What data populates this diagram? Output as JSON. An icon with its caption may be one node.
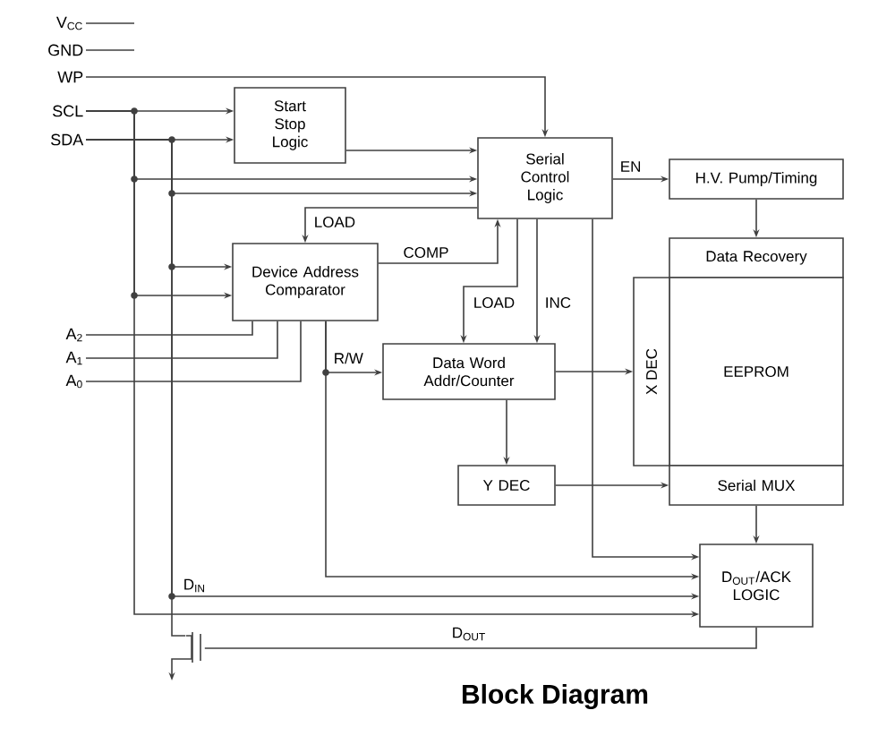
{
  "diagram": {
    "caption": "Block Diagram",
    "nodes": [
      {
        "text": [
          "V$_{CC}$"
        ]
      },
      {
        "text": [
          "GND"
        ]
      },
      {
        "text": [
          "WP"
        ]
      },
      {
        "text": [
          "SCL"
        ]
      },
      {
        "text": [
          "SDA"
        ]
      },
      {
        "text": [
          "Start Stop Logic"
        ]
      },
      {
        "text": [
          "Serial Control Logic"
        ]
      },
      {
        "text": [
          "H.V. Pump/Timing"
        ]
      },
      {
        "text": [
          "Device Address Comparator"
        ]
      },
      {
        "text": [
          "A$_{2}$"
        ]
      },
      {
        "text": [
          "A$_{1}$"
        ]
      },
      {
        "text": [
          "A$_{0}$"
        ]
      },
      {
        "text": [
          "Data Word Addr/Counter"
        ]
      },
      {
        "text": [
          "Data Recovery"
        ]
      },
      {
        "text": [
          "EEPROM"
        ]
      },
      {
        "text": [
          "X DEC"
        ]
      },
      {
        "text": [
          "Y DEC"
        ]
      },
      {
        "text": [
          "Serial MUX"
        ]
      },
      {
        "text": [
          "D$_{OUT}$/ACK LOGIC"
        ]
      },
      {
        "text": [],
        "shape": "transistor"
      }
    ],
    "edges": [
      {
        "from": 0,
        "to": null,
        "arrow": "none"
      },
      {
        "from": 1,
        "to": null,
        "arrow": "none"
      },
      {
        "from": 2,
        "to": 6,
        "arrow": "to"
      },
      {
        "from": 3,
        "to": 5,
        "arrow": "to"
      },
      {
        "from": 3,
        "to": 6,
        "arrow": "to"
      },
      {
        "from": 3,
        "to": 8,
        "arrow": "to"
      },
      {
        "from": 3,
        "to": 18,
        "arrow": "to"
      },
      {
        "from": 4,
        "to": 5,
        "arrow": "to"
      },
      {
        "from": 4,
        "to": 6,
        "arrow": "to"
      },
      {
        "from": 4,
        "to": 8,
        "arrow": "to"
      },
      {
        "from": 4,
        "to": 18,
        "arrow": "to",
        "label": "D$_{IN}$"
      },
      {
        "from": 18,
        "to": 19,
        "arrow": "none",
        "label": "D$_{OUT}$"
      },
      {
        "from": 5,
        "to": 6,
        "arrow": "to"
      },
      {
        "from": 6,
        "to": 8,
        "arrow": "to",
        "label": "LOAD"
      },
      {
        "from": 8,
        "to": 6,
        "arrow": "to",
        "label": "COMP"
      },
      {
        "from": 6,
        "to": 12,
        "arrow": "to",
        "label": "LOAD"
      },
      {
        "from": 6,
        "to": 12,
        "arrow": "to",
        "label": "INC"
      },
      {
        "from": 6,
        "to": 18,
        "arrow": "to"
      },
      {
        "from": 6,
        "to": 7,
        "arrow": "to",
        "label": "EN"
      },
      {
        "from": 7,
        "to": 13,
        "arrow": "to"
      },
      {
        "from": 8,
        "to": 12,
        "arrow": "to",
        "label": "R/W"
      },
      {
        "from": 8,
        "to": 18,
        "arrow": "to"
      },
      {
        "from": 9,
        "to": 8,
        "arrow": "none"
      },
      {
        "from": 10,
        "to": 8,
        "arrow": "none"
      },
      {
        "from": 11,
        "to": 8,
        "arrow": "none"
      },
      {
        "from": 12,
        "to": 15,
        "arrow": "to"
      },
      {
        "from": 12,
        "to": 16,
        "arrow": "to"
      },
      {
        "from": 16,
        "to": 17,
        "arrow": "to"
      },
      {
        "from": 17,
        "to": 18,
        "arrow": "to"
      },
      {
        "from": 4,
        "to": 19,
        "arrow": "none"
      }
    ]
  }
}
